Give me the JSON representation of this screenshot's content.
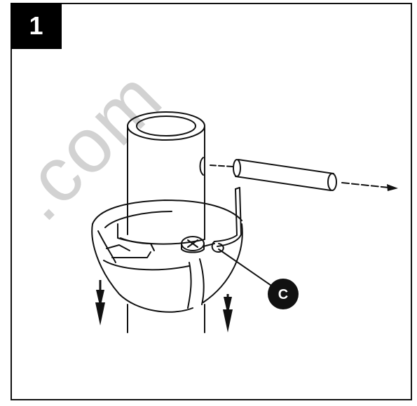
{
  "step": {
    "number": "1"
  },
  "callout": {
    "label": "C"
  },
  "watermark": {
    "text": ".com"
  }
}
